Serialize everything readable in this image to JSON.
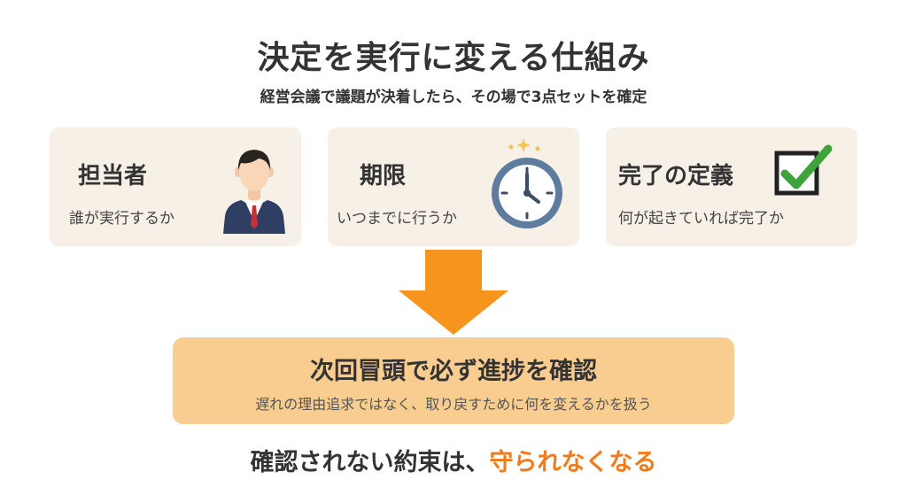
{
  "title": "決定を実行に変える仕組み",
  "subtitle": "経営会議で議題が決着したら、その場で3点セットを確定",
  "cards": [
    {
      "title": "担当者",
      "description": "誰が実行するか",
      "icon": "businessman-icon"
    },
    {
      "title": "期限",
      "description": "いつまでに行うか",
      "icon": "clock-icon"
    },
    {
      "title": "完了の定義",
      "description": "何が起きていれば完了か",
      "icon": "checkbox-icon"
    }
  ],
  "arrow": {
    "icon": "down-arrow-icon",
    "color": "#f7941d"
  },
  "result": {
    "title": "次回冒頭で必ず進捗を確認",
    "description": "遅れの理由追求ではなく、取り戻すために何を変えるかを扱う"
  },
  "conclusion": {
    "prefix": "確認されない約束は、",
    "emphasis": "守られなくなる"
  },
  "colors": {
    "card_background": "#f6f0e7",
    "result_background": "#f8cd8f",
    "emphasis": "#f07a1c",
    "arrow": "#f7941d",
    "clock": "#5e7d9e",
    "check": "#3ea33a"
  }
}
